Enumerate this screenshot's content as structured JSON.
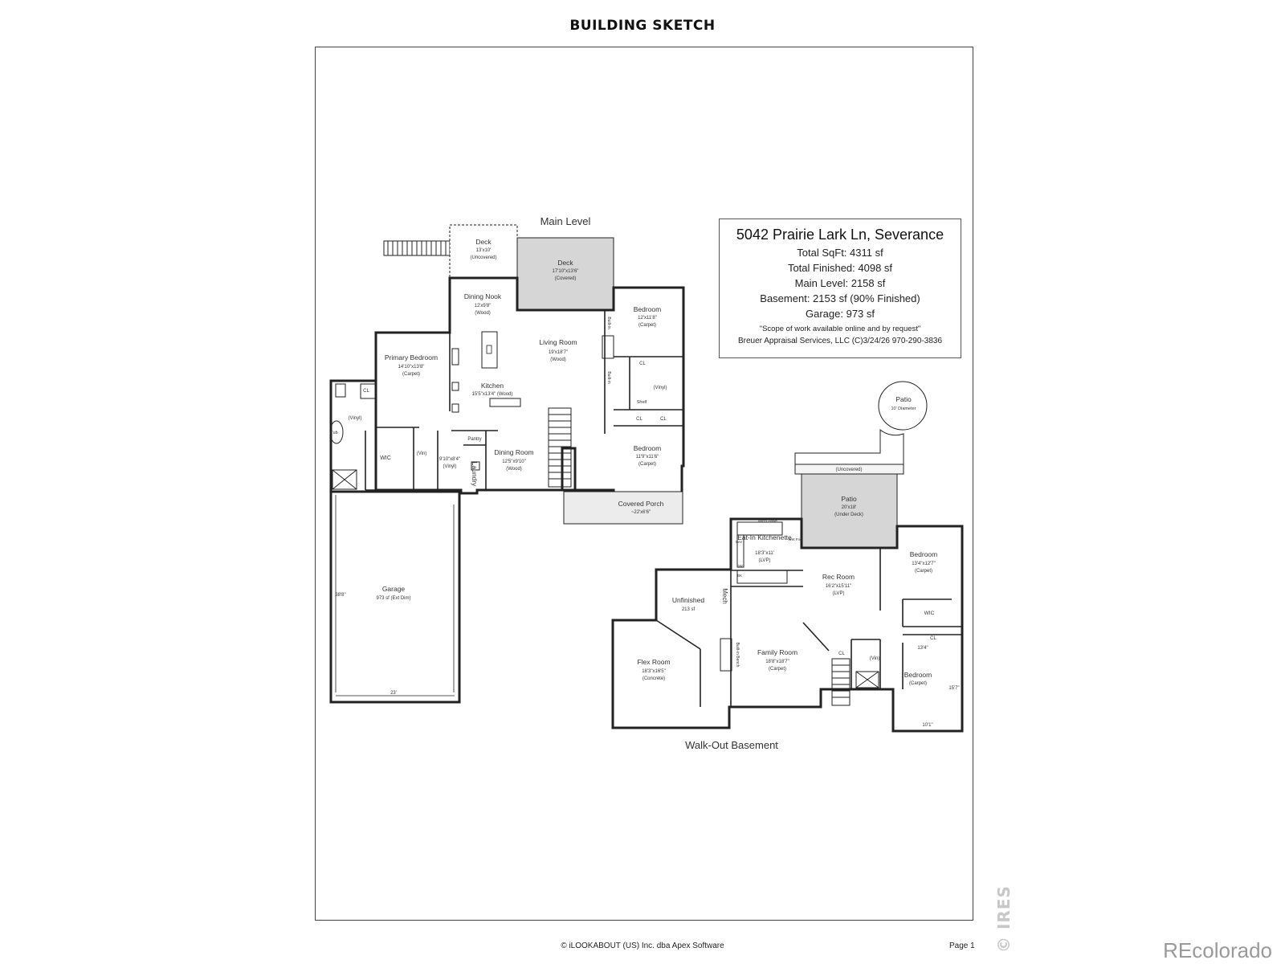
{
  "header": {
    "title": "BUILDING SKETCH"
  },
  "info_box": {
    "address": "5042 Prairie Lark Ln, Severance",
    "total_sqft": "Total SqFt: 4311 sf",
    "total_finished": "Total Finished: 4098 sf",
    "main_level": "Main Level: 2158 sf",
    "basement": "Basement: 2153 sf (90% Finished)",
    "garage": "Garage: 973 sf",
    "note": "\"Scope of work available online and by request\"",
    "credit": "Breuer Appraisal Services, LLC  (C)3/24/26  970-290-3836"
  },
  "main_level": {
    "label": "Main Level",
    "rooms": {
      "deck_uncovered": {
        "name": "Deck",
        "dims": "13'x10'",
        "floor": "(Uncovered)"
      },
      "deck_covered": {
        "name": "Deck",
        "dims": "17'10\"x13'6\"",
        "floor": "(Covered)"
      },
      "dining_nook": {
        "name": "Dining Nook",
        "dims": "12'x9'8\"",
        "floor": "(Wood)"
      },
      "living_room": {
        "name": "Living Room",
        "dims": "19'x18'7\"",
        "floor": "(Wood)"
      },
      "bedroom_1": {
        "name": "Bedroom",
        "dims": "12'x11'8\"",
        "floor": "(Carpet)"
      },
      "primary_bedroom": {
        "name": "Primary Bedroom",
        "dims": "14'10\"x13'8\"",
        "floor": "(Carpet)"
      },
      "kitchen": {
        "name": "Kitchen",
        "dims": "15'5\"x13'4\" (Wood)"
      },
      "bedroom_2": {
        "name": "Bedroom",
        "dims": "11'9\"x11'6\"",
        "floor": "(Carpet)"
      },
      "dining_room": {
        "name": "Dining Room",
        "dims": "12'5\"x9'10\"",
        "floor": "(Wood)"
      },
      "laundry": {
        "name": "Laundry",
        "dims": "9'10\"x8'4\"",
        "floor": "(Vinyl)"
      },
      "covered_porch": {
        "name": "Covered Porch",
        "dims": "~22'x6'6\""
      },
      "garage": {
        "name": "Garage",
        "dims": "973 sf (Ext Dim)",
        "depth": "38'8\"",
        "width": "23'"
      }
    },
    "small_labels": {
      "cl": "CL",
      "vinyl": "(Vinyl)",
      "vin": "(Vin)",
      "tub": "Tub",
      "wic": "WIC",
      "pantry": "Pantry",
      "shelf": "Shelf",
      "built_in": "Built-in"
    }
  },
  "basement": {
    "label": "Walk-Out Basement",
    "rooms": {
      "patio_round": {
        "name": "Patio",
        "dims": "10' Diameter"
      },
      "uncovered": {
        "name": "(Uncovered)"
      },
      "patio_covered": {
        "name": "Patio",
        "dims": "20'x18'",
        "floor": "(Under Deck)"
      },
      "kitchenette": {
        "name": "Eat-In Kitchenette",
        "dims": "18'3\"x11'",
        "floor": "(LVP)"
      },
      "rec_room": {
        "name": "Rec Room",
        "dims": "16'2\"x15'11\"",
        "floor": "(LVP)"
      },
      "bedroom_1": {
        "name": "Bedroom",
        "dims": "13'4\"x12'7\"",
        "floor": "(Carpet)"
      },
      "unfinished": {
        "name": "Unfinished",
        "dims": "213 sf"
      },
      "flex_room": {
        "name": "Flex Room",
        "dims": "18'3\"x16'5\"",
        "floor": "(Concrete)"
      },
      "family_room": {
        "name": "Family Room",
        "dims": "18'8\"x18'7\"",
        "floor": "(Carpet)"
      },
      "bedroom_2": {
        "name": "Bedroom",
        "dims": "(Carpet)",
        "width": "13'4\"",
        "depth": "15'7\"",
        "bottom": "10'1\""
      }
    },
    "small_labels": {
      "mech": "Mech",
      "wic": "WIC",
      "cl": "CL",
      "vin": "(Vin)",
      "built_in_bench": "Built-in Bench",
      "micro": "Micro Hdwe",
      "bev": "Bev",
      "wet_fg": "Wet Frig",
      "dw": "DW",
      "bk": "BK"
    }
  },
  "footer": {
    "copyright": "© iLOOKABOUT (US) Inc. dba Apex Software",
    "page": "Page 1"
  },
  "watermarks": {
    "ires": "© IRES",
    "recolorado": "REcolorado"
  }
}
